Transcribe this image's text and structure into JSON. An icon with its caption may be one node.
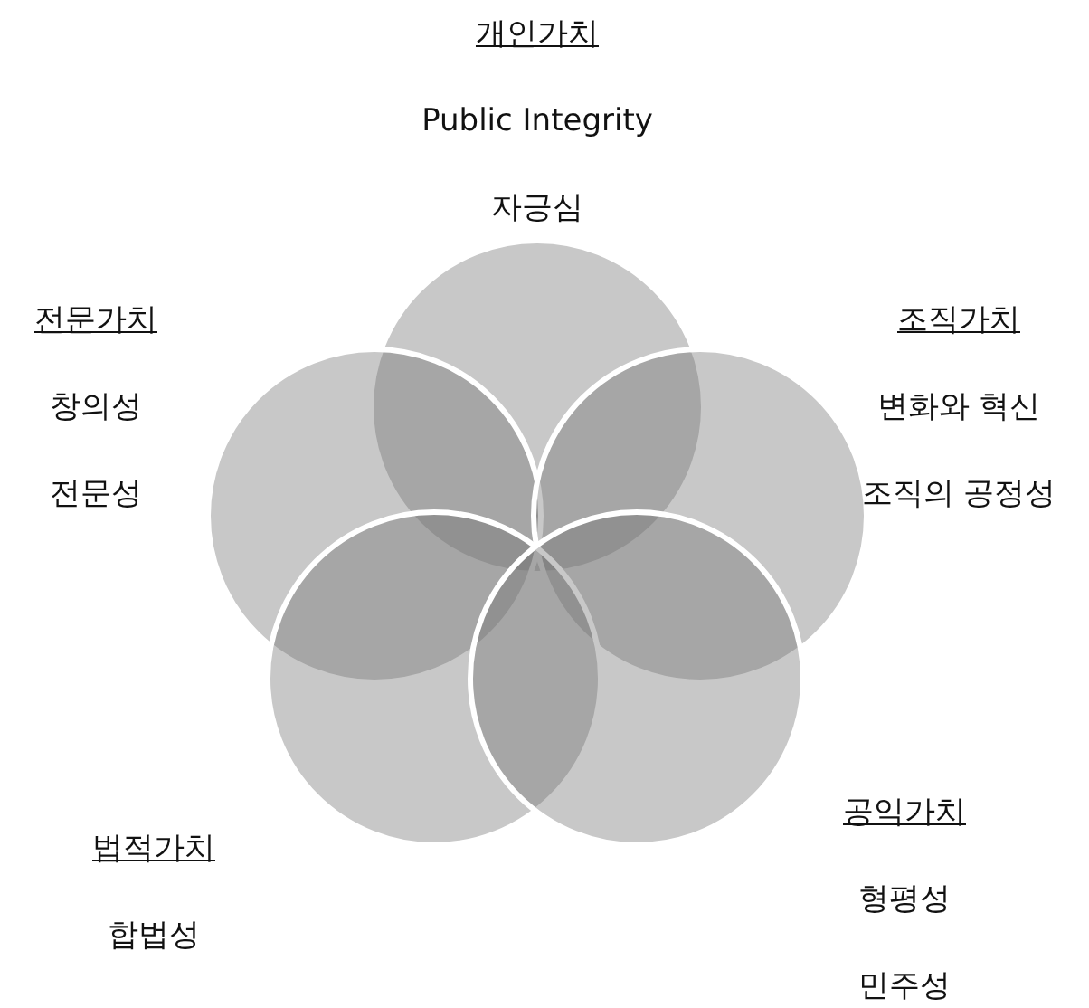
{
  "diagram": {
    "nodes": [
      {
        "text": [
          "개인가치",
          "Public Integrity",
          "자긍심"
        ]
      },
      {
        "text": [
          "전문가치",
          "창의성",
          "전문성"
        ]
      },
      {
        "text": [
          "조직가치",
          "변화와 혁신",
          "조직의 공정성"
        ]
      },
      {
        "text": [
          "법적가치",
          "합법성"
        ]
      },
      {
        "text": [
          "공익가치",
          "형평성",
          "민주성"
        ]
      }
    ]
  }
}
